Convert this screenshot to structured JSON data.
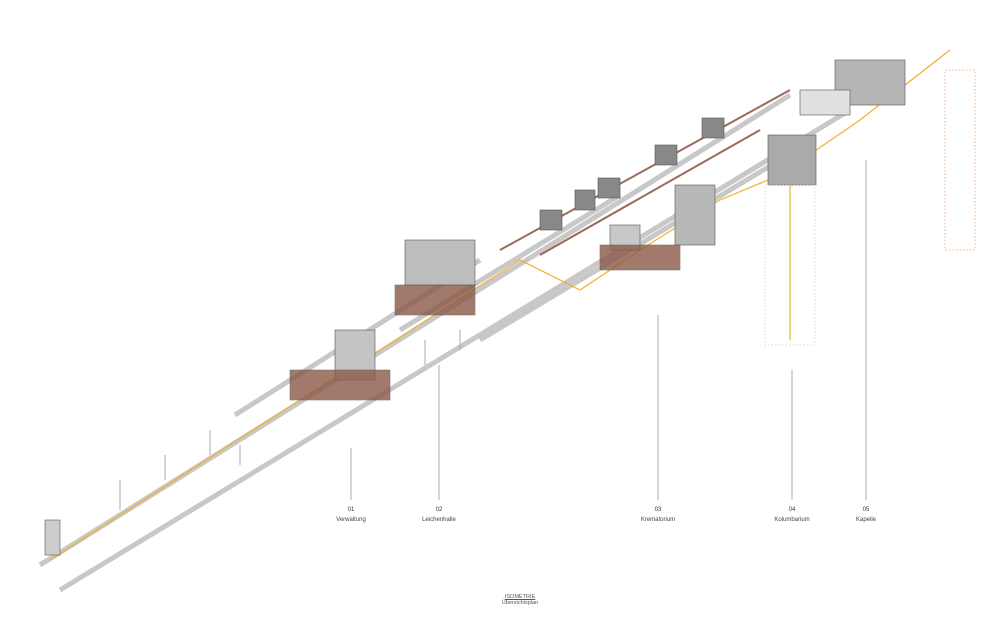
{
  "labels": [
    {
      "num": "01",
      "name": "Verwaltung"
    },
    {
      "num": "02",
      "name": "Leichenhalle"
    },
    {
      "num": "03",
      "name": "Krematorium"
    },
    {
      "num": "04",
      "name": "Kolumbarium"
    },
    {
      "num": "05",
      "name": "Kapelle"
    }
  ],
  "title": {
    "main": "ISOMETRIE",
    "sub": "Übersichtsplan"
  },
  "colors": {
    "path": "#f0b030",
    "wall": "#b0b0b0",
    "brick": "#8a5a48",
    "building": "#bdbdbd"
  }
}
